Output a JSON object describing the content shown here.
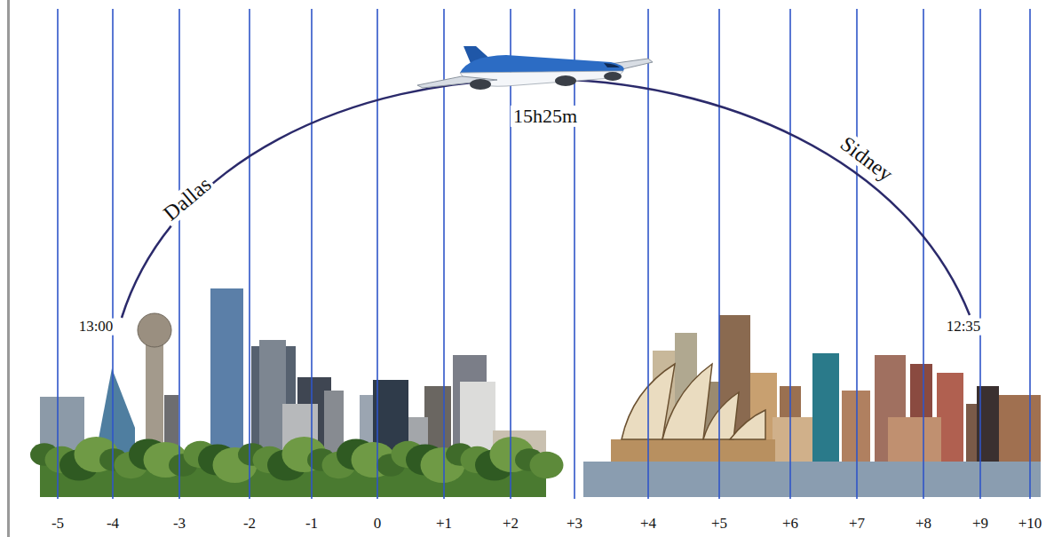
{
  "diagram": {
    "labels": [
      "13:00",
      "Dallas",
      "15h25m",
      "Sidney",
      "12:35",
      "-5",
      "-4",
      "-3",
      "-2",
      "-1",
      "0",
      "+1",
      "+2",
      "+3",
      "+4",
      "+5",
      "+6",
      "+7",
      "+8",
      "+9",
      "+10"
    ]
  }
}
